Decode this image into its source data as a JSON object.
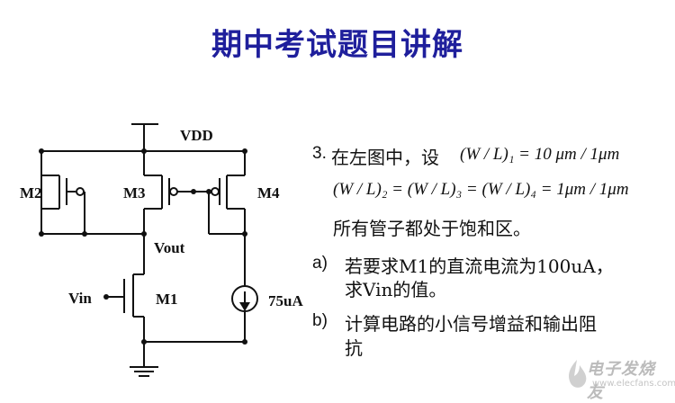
{
  "title": "期中考试题目讲解",
  "circuit": {
    "vdd": "VDD",
    "vout": "Vout",
    "vin": "Vin",
    "m1": "M1",
    "m2": "M2",
    "m3": "M3",
    "m4": "M4",
    "current_source": "75uA"
  },
  "question": {
    "number": "3.",
    "intro": "在左图中，设",
    "eq1": "(W / L)₁ = 10 μm / 1μm",
    "eq2": "(W / L)₂ = (W / L)₃ = (W / L)₄ = 1μm / 1μm",
    "line3": "所有管子都处于饱和区。",
    "a_label": "a)",
    "a_text1": "若要求M1的直流电流为100uA，",
    "a_text2": "求Vin的值。",
    "b_label": "b)",
    "b_text1": "计算电路的小信号增益和输出阻",
    "b_text2": "抗"
  },
  "watermark": {
    "main": "电子发烧友",
    "sub": "www.elecfans.com"
  }
}
